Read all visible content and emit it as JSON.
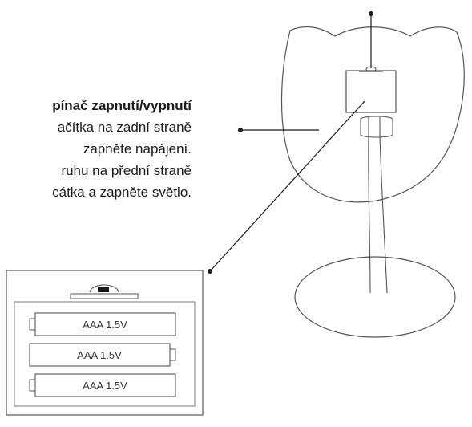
{
  "instructions": {
    "title": "pínač zapnutí/vypnutí",
    "lines": [
      "ačítka na zadní straně",
      "zapněte napájení.",
      "ruhu na přední straně",
      "cátka a zapněte světlo."
    ]
  },
  "battery_box": {
    "batteries": [
      {
        "label": "AAA 1.5V"
      },
      {
        "label": "AAA 1.5V"
      },
      {
        "label": "AAA 1.5V"
      }
    ]
  },
  "colors": {
    "line": "#1a1a1a",
    "outline": "#555555",
    "text": "#1a1a1a"
  }
}
